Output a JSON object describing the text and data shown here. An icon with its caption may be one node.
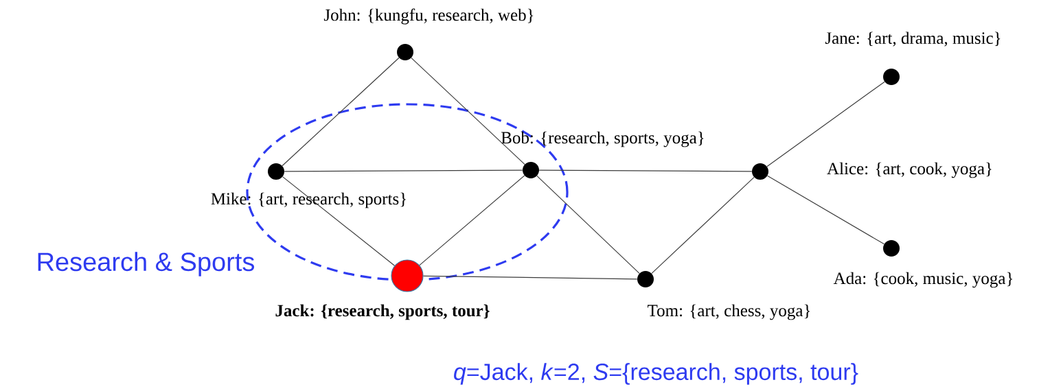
{
  "diagram": {
    "nodes": [
      {
        "text": [],
        "shape": "circle",
        "beside": [
          "John: {kungfu, research, web}"
        ]
      },
      {
        "text": [],
        "shape": "circle",
        "beside": [
          "Mike: {art, research, sports}"
        ]
      },
      {
        "text": [],
        "shape": "circle",
        "beside": [
          "Bob: {research, sports, yoga}"
        ]
      },
      {
        "text": [],
        "shape": "circle",
        "beside": [
          "Alice: {art, cook, yoga}"
        ]
      },
      {
        "text": [],
        "shape": "circle",
        "beside": [
          "Jane: {art, drama, music}"
        ]
      },
      {
        "text": [],
        "shape": "circle",
        "beside": [
          "Jack: {research, sports, tour}"
        ]
      },
      {
        "text": [],
        "shape": "circle",
        "beside": [
          "Tom: {art, chess, yoga}"
        ]
      },
      {
        "text": [],
        "shape": "circle",
        "beside": [
          "Ada: {cook, music, yoga}"
        ]
      }
    ],
    "edges": [
      {
        "from": 0,
        "to": 1,
        "arrow": "none"
      },
      {
        "from": 0,
        "to": 2,
        "arrow": "none"
      },
      {
        "from": 1,
        "to": 2,
        "arrow": "none"
      },
      {
        "from": 1,
        "to": 5,
        "arrow": "none"
      },
      {
        "from": 2,
        "to": 5,
        "arrow": "none"
      },
      {
        "from": 2,
        "to": 6,
        "arrow": "none"
      },
      {
        "from": 2,
        "to": 3,
        "arrow": "none"
      },
      {
        "from": 5,
        "to": 6,
        "arrow": "none"
      },
      {
        "from": 6,
        "to": 3,
        "arrow": "none"
      },
      {
        "from": 3,
        "to": 4,
        "arrow": "none"
      },
      {
        "from": 3,
        "to": 7,
        "arrow": "none"
      }
    ],
    "labels": [
      "Research & Sports",
      "*q*=Jack, *k*=2, *S*={research, sports, tour}"
    ]
  }
}
